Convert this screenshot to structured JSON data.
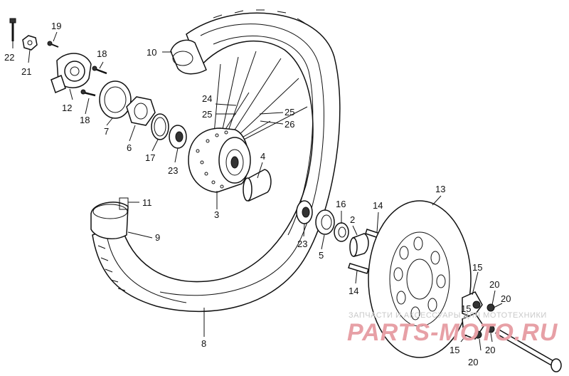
{
  "labels": {
    "p2": "2",
    "p3": "3",
    "p4": "4",
    "p5": "5",
    "p6": "6",
    "p7": "7",
    "p8": "8",
    "p9": "9",
    "p10": "10",
    "p11": "11",
    "p12": "12",
    "p13": "13",
    "p14a": "14",
    "p14b": "14",
    "p15a": "15",
    "p15b": "15",
    "p15c": "15",
    "p16": "16",
    "p17": "17",
    "p18a": "18",
    "p18b": "18",
    "p19": "19",
    "p20a": "20",
    "p20b": "20",
    "p20c": "20",
    "p20d": "20",
    "p21": "21",
    "p22": "22",
    "p23a": "23",
    "p23b": "23",
    "p24": "24",
    "p25a": "25",
    "p25b": "25",
    "p26": "26"
  },
  "watermark": {
    "top_text": "ЗАПЧАСТИ И АКСЕССУАРЫ ДЛЯ МОТОТЕХНИКИ",
    "main_text": "PARTS-MOTO.RU",
    "color": "#e7a0a6"
  }
}
